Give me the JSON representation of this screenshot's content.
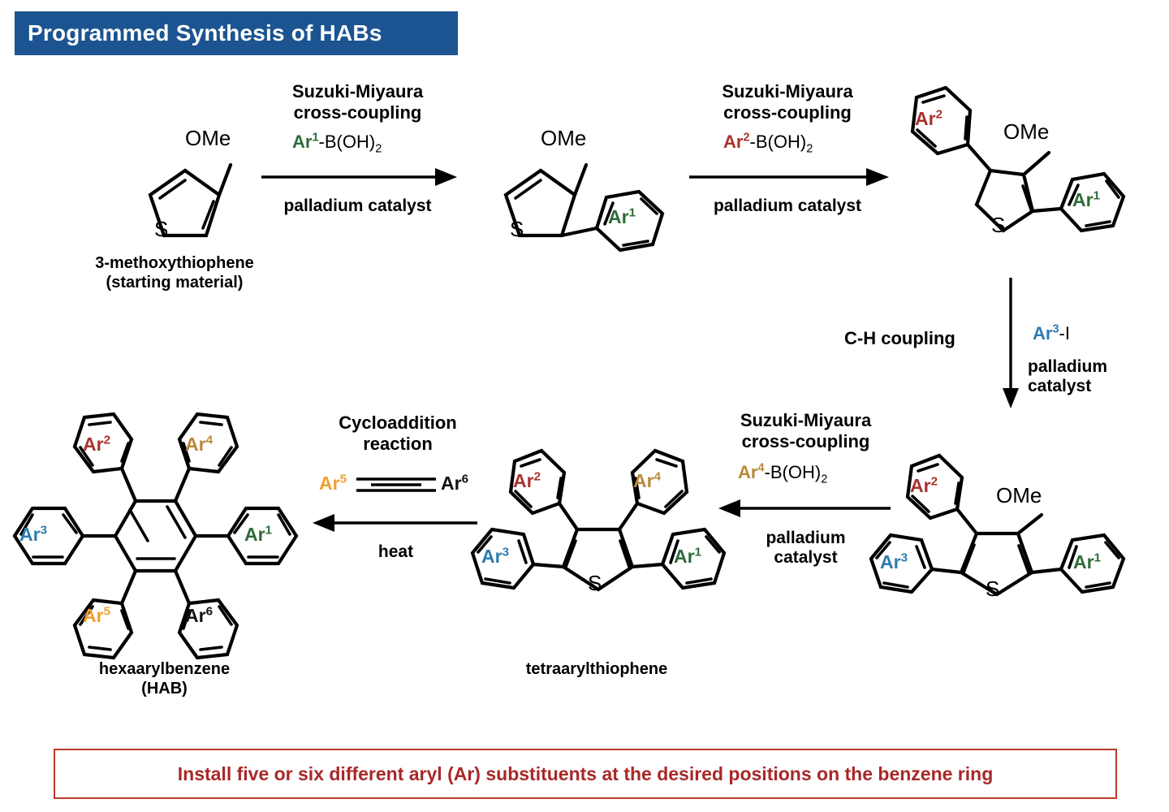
{
  "title_banner": {
    "text": "Programmed Synthesis of HABs",
    "bg": "#1b5490",
    "fg": "#ffffff"
  },
  "bottom_banner": {
    "text": "Install five or six different aryl (Ar) substituents at the desired positions on the benzene ring",
    "color": "#a82828",
    "border": "#c0392b"
  },
  "ar_colors": {
    "Ar1": "#2e6b3a",
    "Ar2": "#a8312f",
    "Ar3": "#2c7cb0",
    "Ar4": "#b9883a",
    "Ar5": "#f0a02e",
    "Ar6": "#111111"
  },
  "atoms": {
    "sulfur": "S",
    "methoxy": "OMe"
  },
  "steps": [
    {
      "id": "step1",
      "name": "Suzuki-Miyaura cross-coupling (Ar1)",
      "title_line1": "Suzuki-Miyaura",
      "title_line2": "cross-coupling",
      "reagent_ar": "Ar",
      "reagent_sup": "1",
      "reagent_rest": "-B(OH)",
      "reagent_sub": "2",
      "condition": "palladium catalyst",
      "direction": "right"
    },
    {
      "id": "step2",
      "name": "Suzuki-Miyaura cross-coupling (Ar2)",
      "title_line1": "Suzuki-Miyaura",
      "title_line2": "cross-coupling",
      "reagent_ar": "Ar",
      "reagent_sup": "2",
      "reagent_rest": "-B(OH)",
      "reagent_sub": "2",
      "condition": "palladium catalyst",
      "direction": "right"
    },
    {
      "id": "step3",
      "name": "C-H coupling (Ar3)",
      "label": "C-H coupling",
      "reagent_ar": "Ar",
      "reagent_sup": "3",
      "reagent_rest": "-I",
      "condition_line1": "palladium",
      "condition_line2": "catalyst",
      "direction": "down"
    },
    {
      "id": "step4",
      "name": "Suzuki-Miyaura cross-coupling (Ar4)",
      "title_line1": "Suzuki-Miyaura",
      "title_line2": "cross-coupling",
      "reagent_ar": "Ar",
      "reagent_sup": "4",
      "reagent_rest": "-B(OH)",
      "reagent_sub": "2",
      "condition_line1": "palladium",
      "condition_line2": "catalyst",
      "direction": "left"
    },
    {
      "id": "step5",
      "name": "Cycloaddition reaction",
      "title_line1": "Cycloaddition",
      "title_line2": "reaction",
      "alkyne_left_ar": "Ar",
      "alkyne_left_sup": "5",
      "alkyne_right_ar": "Ar",
      "alkyne_right_sup": "6",
      "condition": "heat",
      "direction": "left"
    }
  ],
  "structures": [
    {
      "id": "sm",
      "caption_line1": "3-methoxythiophene",
      "caption_line2": "(starting material)",
      "substituents": [
        "OMe"
      ]
    },
    {
      "id": "mono",
      "caption_line1": "",
      "caption_line2": "",
      "substituents": [
        "OMe",
        "Ar1"
      ]
    },
    {
      "id": "di",
      "caption_line1": "",
      "caption_line2": "",
      "substituents": [
        "OMe",
        "Ar1",
        "Ar2"
      ]
    },
    {
      "id": "tri",
      "caption_line1": "",
      "caption_line2": "",
      "substituents": [
        "OMe",
        "Ar1",
        "Ar2",
        "Ar3"
      ]
    },
    {
      "id": "tetra",
      "caption_line1": "tetraarylthiophene",
      "caption_line2": "",
      "substituents": [
        "Ar1",
        "Ar2",
        "Ar3",
        "Ar4"
      ]
    },
    {
      "id": "hab",
      "caption_line1": "hexaarylbenzene",
      "caption_line2": "(HAB)",
      "substituents": [
        "Ar1",
        "Ar2",
        "Ar3",
        "Ar4",
        "Ar5",
        "Ar6"
      ]
    }
  ],
  "ar_labels": {
    "ar1": {
      "base": "Ar",
      "sup": "1"
    },
    "ar2": {
      "base": "Ar",
      "sup": "2"
    },
    "ar3": {
      "base": "Ar",
      "sup": "3"
    },
    "ar4": {
      "base": "Ar",
      "sup": "4"
    },
    "ar5": {
      "base": "Ar",
      "sup": "5"
    },
    "ar6": {
      "base": "Ar",
      "sup": "6"
    }
  }
}
